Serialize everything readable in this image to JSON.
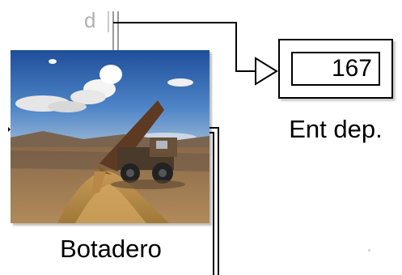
{
  "canvas": {
    "port_label": "d",
    "blocks": {
      "photo_block": {
        "name": "Botadero",
        "image_description_icon": "dump-truck-photo"
      },
      "display_block": {
        "value": "167",
        "name": "Ent dep."
      }
    },
    "colors": {
      "wire": "#000000",
      "port_label": "#b0b0b0",
      "background": "#ffffff"
    }
  }
}
